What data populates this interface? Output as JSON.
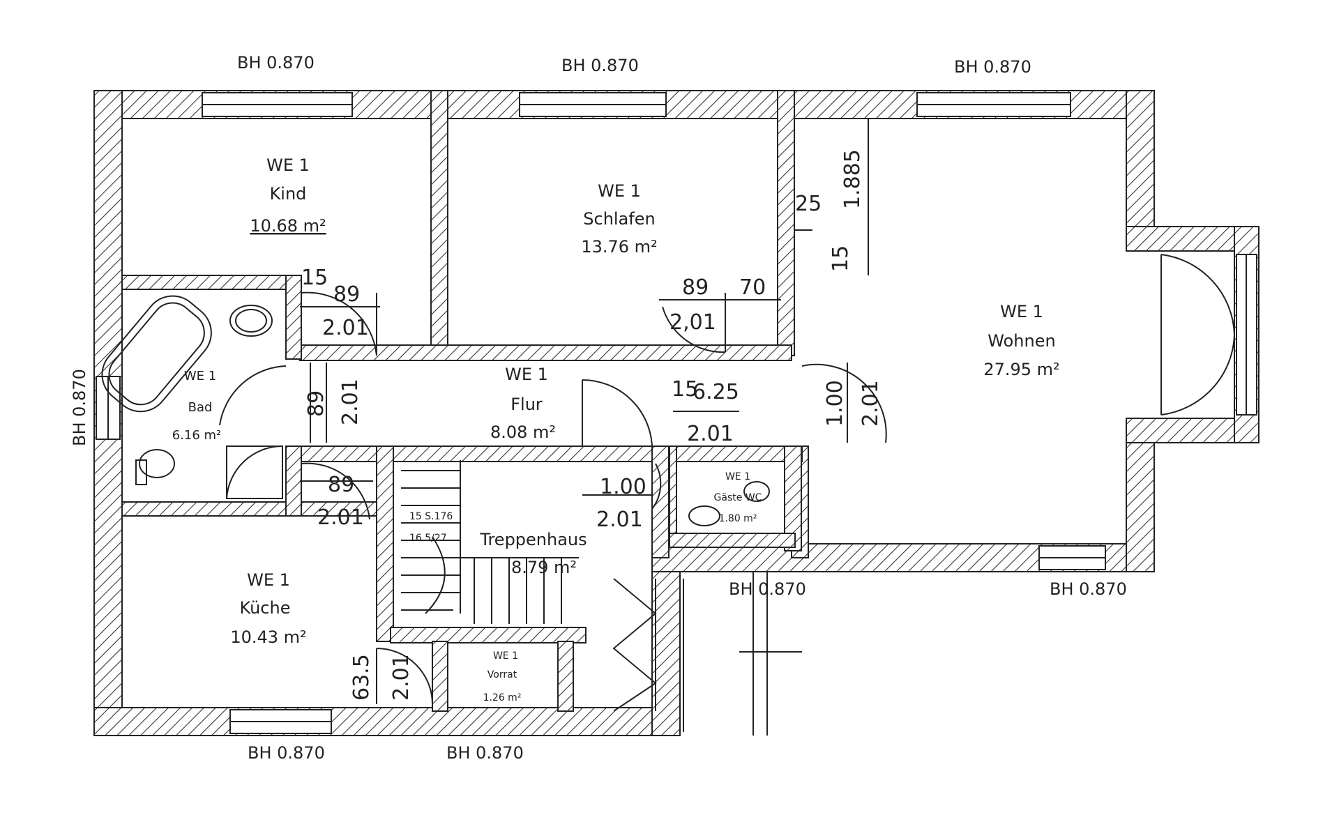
{
  "colors": {
    "line": "#222222",
    "hatch": "#333333",
    "paper": "#ffffff"
  },
  "window_label": "BH 0.870",
  "window_labels": [
    {
      "id": "top-left",
      "text": "BH 0.870"
    },
    {
      "id": "top-middle",
      "text": "BH 0.870"
    },
    {
      "id": "top-right",
      "text": "BH 0.870"
    },
    {
      "id": "left",
      "text": "BH 0.870"
    },
    {
      "id": "bottom-left",
      "text": "BH 0.870"
    },
    {
      "id": "bottom-middle",
      "text": "BH 0.870"
    },
    {
      "id": "bottom-right-a",
      "text": "BH 0.870"
    },
    {
      "id": "bottom-right-b",
      "text": "BH 0.870"
    }
  ],
  "unit": "WE 1",
  "rooms": {
    "kind": {
      "unit": "WE 1",
      "name": "Kind",
      "area": "10.68 m²"
    },
    "schlafen": {
      "unit": "WE 1",
      "name": "Schlafen",
      "area": "13.76 m²"
    },
    "wohnen": {
      "unit": "WE 1",
      "name": "Wohnen",
      "area": "27.95 m²"
    },
    "bad": {
      "unit": "WE 1",
      "name": "Bad",
      "area": "6.16 m²"
    },
    "flur": {
      "unit": "WE 1",
      "name": "Flur",
      "area": "8.08 m²"
    },
    "gaeste": {
      "unit": "WE 1",
      "name": "Gäste WC",
      "area": "1.80 m²"
    },
    "treppenhaus": {
      "name": "Treppenhaus",
      "area": "8.79 m²"
    },
    "kueche": {
      "unit": "WE 1",
      "name": "Küche",
      "area": "10.43 m²"
    },
    "vorrat": {
      "unit": "WE 1",
      "name": "Vorrat",
      "area": "1.26 m²"
    }
  },
  "dimensions": {
    "kind_door_w": "89",
    "kind_door_h": "2.01",
    "kind_door_off": "15",
    "schlafen_door_w": "89",
    "schlafen_door_h": "2,01",
    "schlafen_off": "70",
    "bad_door_w": "89",
    "bad_door_h": "2.01",
    "wc_door_w": "15",
    "wc_door_off": "6.25",
    "wc_door_h": "2.01",
    "wohnen_door_w": "1.00",
    "wohnen_door_h": "2.01",
    "wall_a": "25",
    "wall_b": "1.885",
    "wall_c": "15",
    "kueche_door_w": "89",
    "kueche_door_h": "2.01",
    "stair_door_w": "1.00",
    "stair_door_h": "2.01",
    "vorrat_door_h": "2.01",
    "vorrat_off": "63.5",
    "stair_note_a": "15 S.176",
    "stair_note_b": "16.5/27"
  }
}
